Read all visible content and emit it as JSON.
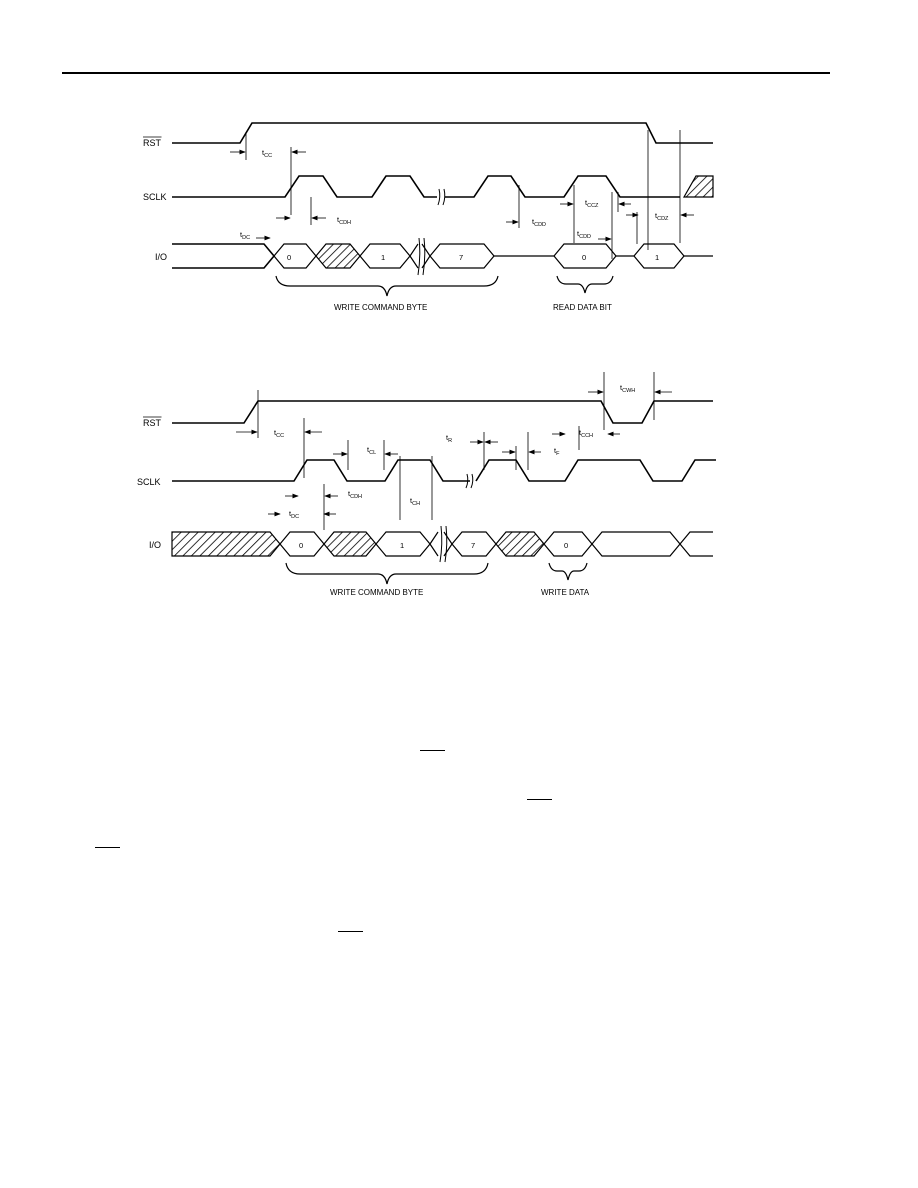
{
  "read_diagram": {
    "signals": {
      "rst": "RST",
      "sclk": "SCLK",
      "io": "I/O"
    },
    "bits": [
      "0",
      "1",
      "7"
    ],
    "read_bits": [
      "0",
      "1"
    ],
    "timing": {
      "tcc": "t",
      "tcc_sub": "CC",
      "tcdh": "t",
      "tcdh_sub": "CDH",
      "tdc": "t",
      "tdc_sub": "DC",
      "tcdd1": "t",
      "tcdd1_sub": "CDD",
      "tccz": "t",
      "tccz_sub": "CCZ",
      "tcdd2": "t",
      "tcdd2_sub": "CDD",
      "tcdz": "t",
      "tcdz_sub": "CDZ"
    },
    "brace_labels": {
      "command": "WRITE COMMAND BYTE",
      "data": "READ DATA BIT"
    }
  },
  "write_diagram": {
    "signals": {
      "rst": "RST",
      "sclk": "SCLK",
      "io": "I/O"
    },
    "bits": [
      "0",
      "1",
      "7"
    ],
    "write_bit": "0",
    "timing": {
      "tcc": "t",
      "tcc_sub": "CC",
      "tcl": "t",
      "tcl_sub": "CL",
      "tr": "t",
      "tr_sub": "R",
      "tf": "t",
      "tf_sub": "F",
      "tcch": "t",
      "tcch_sub": "CCH",
      "tcwh": "t",
      "tcwh_sub": "CWH",
      "tcdh": "t",
      "tcdh_sub": "CDH",
      "tch": "t",
      "tch_sub": "CH",
      "tdc": "t",
      "tdc_sub": "DC"
    },
    "brace_labels": {
      "command": "WRITE COMMAND BYTE",
      "data": "WRITE DATA"
    }
  }
}
